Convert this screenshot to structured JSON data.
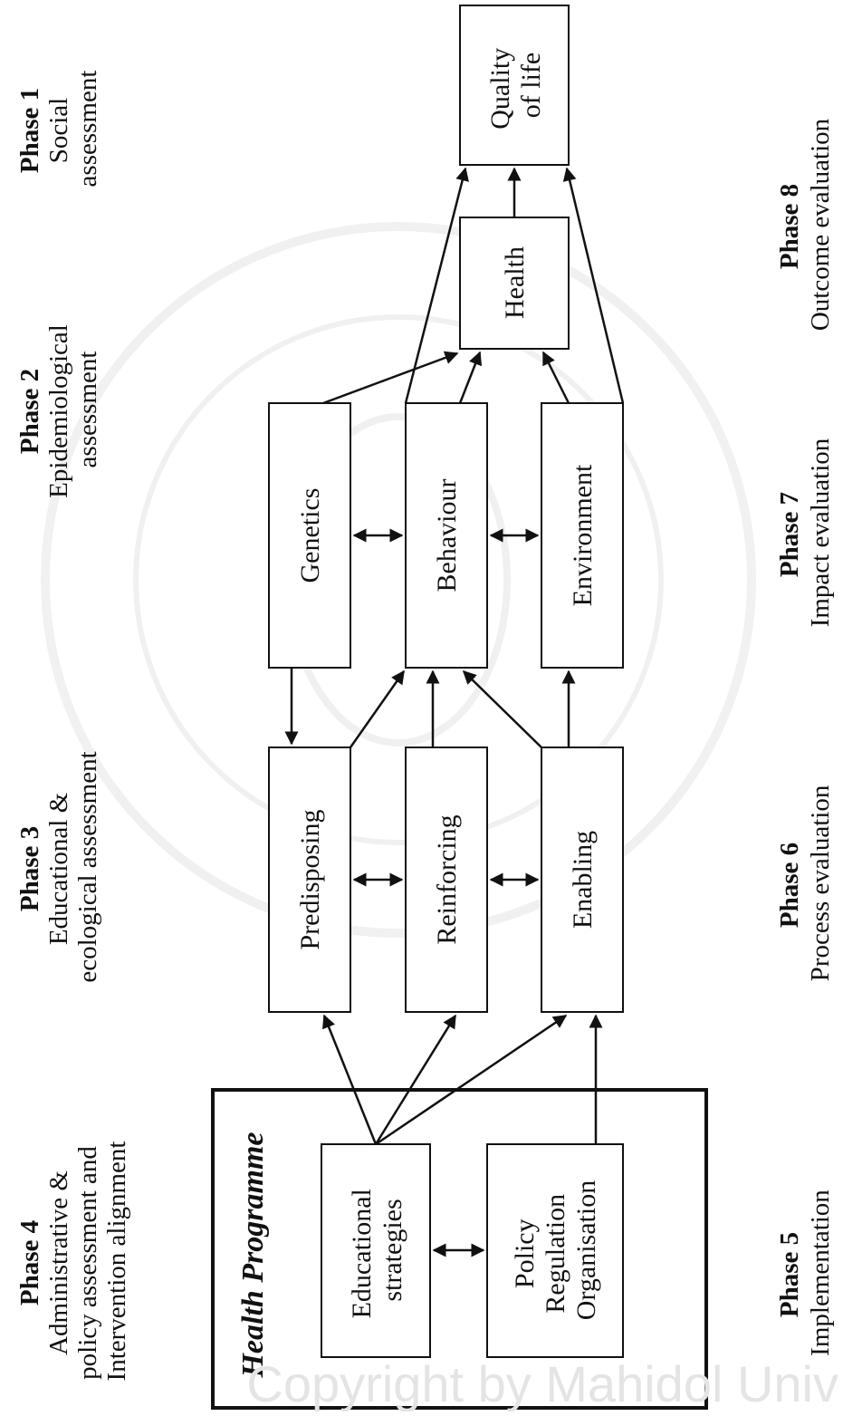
{
  "phases": {
    "p1": {
      "title": "Phase 1",
      "sub": [
        "Social",
        "assessment"
      ]
    },
    "p2": {
      "title": "Phase 2",
      "sub": [
        "Epidemiological",
        "assessment"
      ]
    },
    "p3": {
      "title": "Phase 3",
      "sub": [
        "Educational &",
        "ecological assessment"
      ]
    },
    "p4": {
      "title": "Phase 4",
      "sub": [
        "Administrative &",
        "policy assessment and",
        "Intervention alignment"
      ]
    },
    "p5": {
      "title": "Phase 5",
      "sub": [
        "Implementation"
      ]
    },
    "p6": {
      "title": "Phase 6",
      "sub": [
        "Process evaluation"
      ]
    },
    "p7": {
      "title": "Phase 7",
      "sub": [
        "Impact evaluation"
      ]
    },
    "p8": {
      "title": "Phase 8",
      "sub": [
        "Outcome evaluation"
      ]
    }
  },
  "boxes": {
    "quality_of_life": [
      "Quality",
      "of life"
    ],
    "health": [
      "Health"
    ],
    "genetics": [
      "Genetics"
    ],
    "behaviour": [
      "Behaviour"
    ],
    "environment": [
      "Environment"
    ],
    "predisposing": [
      "Predisposing"
    ],
    "reinforcing": [
      "Reinforcing"
    ],
    "enabling": [
      "Enabling"
    ],
    "educational_strategies": [
      "Educational",
      "strategies"
    ],
    "policy_regulation_organisation": [
      "Policy",
      "Regulation",
      "Organisation"
    ]
  },
  "programme_title": "Health Programme",
  "watermark": "Copyright by Mahidol Univ"
}
